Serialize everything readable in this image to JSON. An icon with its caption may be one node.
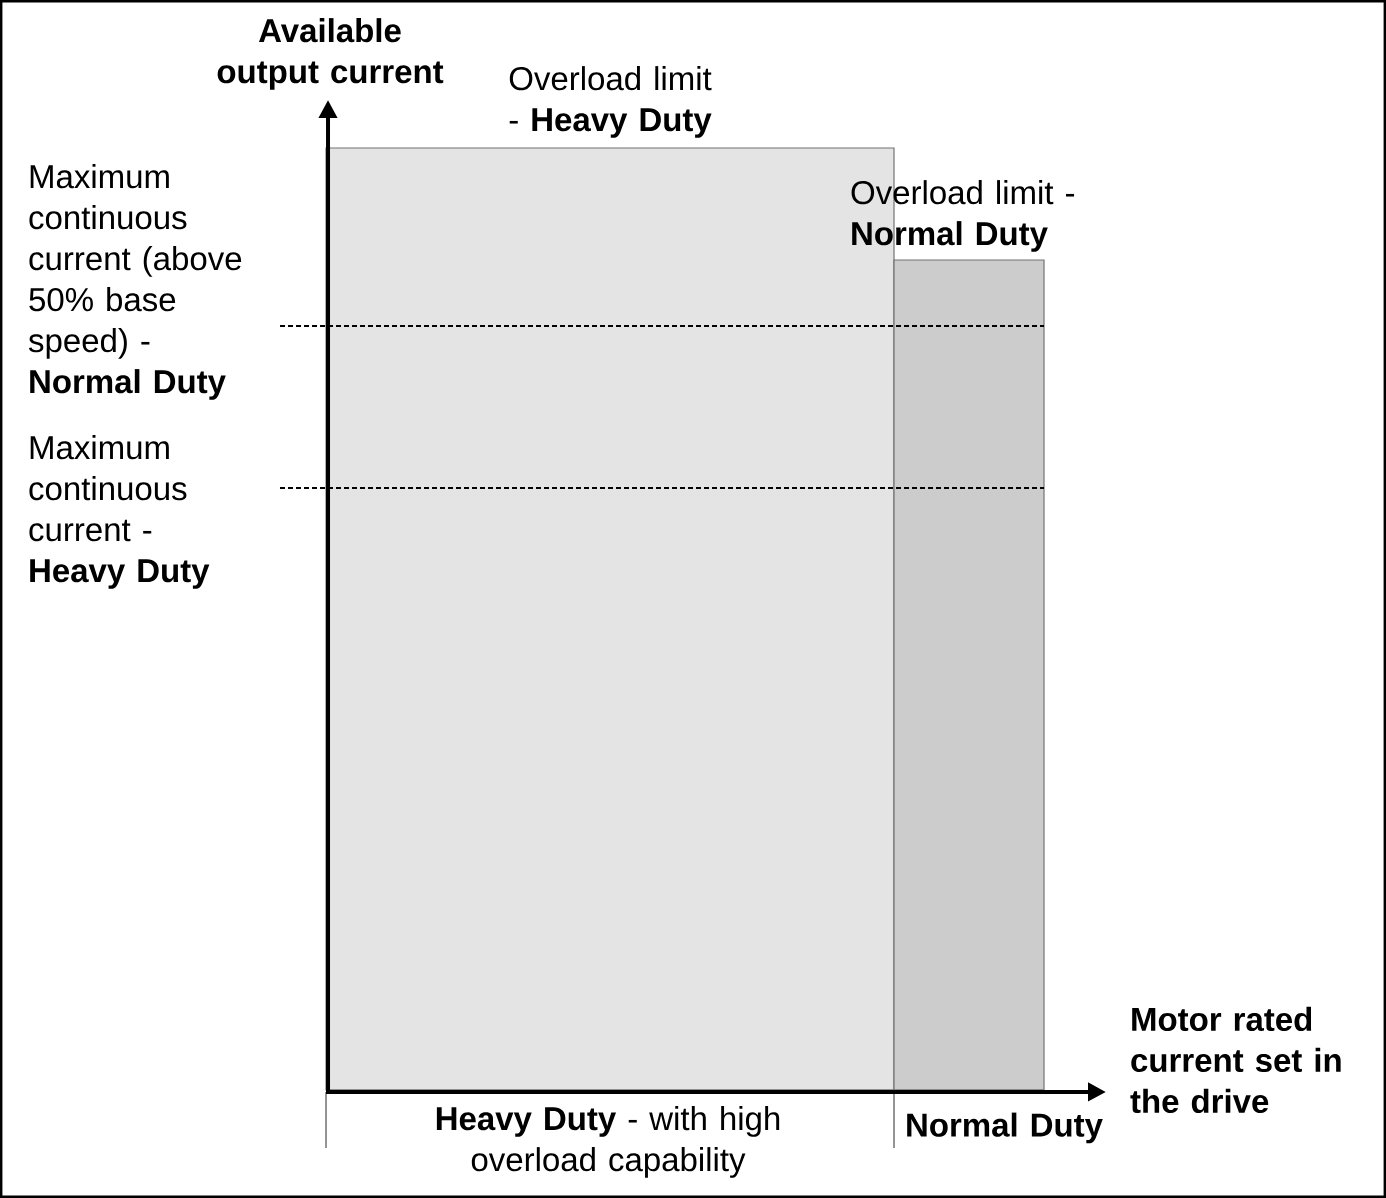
{
  "diagram": {
    "nodes": [
      {
        "text": [
          "Overload limit - **Heavy Duty**"
        ]
      },
      {
        "text": [
          "Overload limit - **Normal Duty**"
        ]
      }
    ],
    "labels": [
      "Available output current",
      "Maximum continuous current (above 50% base speed) - **Normal Duty**",
      "Maximum continuous current - **Heavy Duty**",
      "Motor rated current set in the drive",
      "**Heavy Duty** - with high overload capability",
      "Normal Duty"
    ]
  }
}
